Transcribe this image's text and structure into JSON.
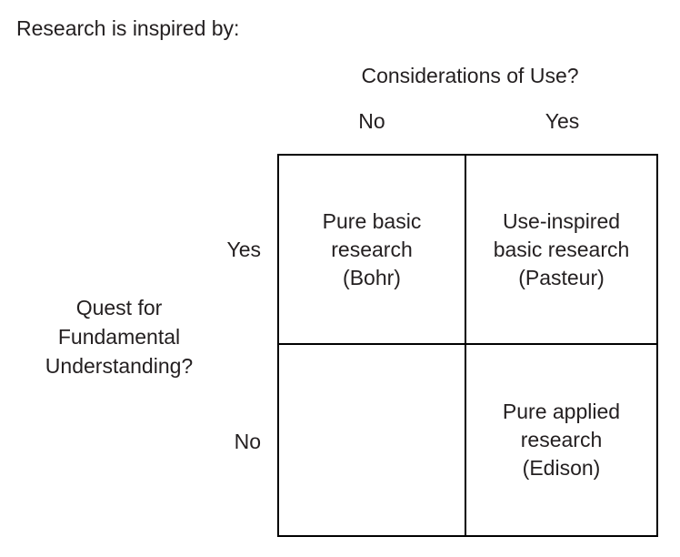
{
  "headline": "Research is inspired by:",
  "column_axis": {
    "title": "Considerations of Use?",
    "headers": [
      {
        "label": "No"
      },
      {
        "label": "Yes"
      }
    ]
  },
  "row_axis": {
    "title": "Quest for\nFundamental\nUnderstanding?",
    "headers": [
      {
        "label": "Yes"
      },
      {
        "label": "No"
      }
    ]
  },
  "matrix": {
    "cells": [
      {
        "id": "yes-no",
        "row": "Yes",
        "column": "No",
        "text": "Pure basic\nresearch\n(Bohr)",
        "empty": false
      },
      {
        "id": "yes-yes",
        "row": "Yes",
        "column": "Yes",
        "text": "Use-inspired\nbasic research\n(Pasteur)",
        "empty": false
      },
      {
        "id": "no-no",
        "row": "No",
        "column": "No",
        "text": "",
        "empty": true
      },
      {
        "id": "no-yes",
        "row": "No",
        "column": "Yes",
        "text": "Pure applied\nresearch\n(Edison)",
        "empty": false
      }
    ]
  },
  "colors": {
    "text": "#231f20",
    "border": "#000000",
    "background": "#ffffff"
  }
}
